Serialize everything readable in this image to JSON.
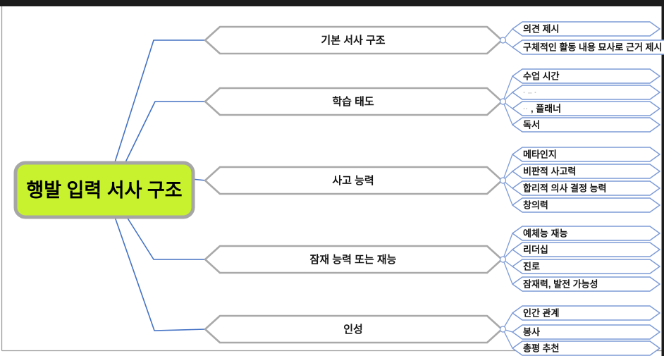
{
  "mindmap": {
    "root": {
      "label": "행발 입력 서사 구조"
    },
    "branches": [
      {
        "label": "기본 서사 구조",
        "children": [
          {
            "label": "의견 제시"
          },
          {
            "label": "구체적인 활동 내용 묘사로 근거 제시"
          }
        ]
      },
      {
        "label": "학습 태도",
        "children": [
          {
            "label": "수업 시간"
          },
          {
            "label": "",
            "redacted": "· – ·"
          },
          {
            "label": ", 플래너",
            "redacted": "··"
          },
          {
            "label": "독서"
          }
        ]
      },
      {
        "label": "사고 능력",
        "children": [
          {
            "label": "메타인지"
          },
          {
            "label": "비판적 사고력"
          },
          {
            "label": "합리적 의사 결정 능력"
          },
          {
            "label": "창의력"
          }
        ]
      },
      {
        "label": "잠재 능력 또는 재능",
        "children": [
          {
            "label": "예체능 재능"
          },
          {
            "label": "리더십"
          },
          {
            "label": "진로"
          },
          {
            "label": "잠재력, 발전 가능성"
          }
        ]
      },
      {
        "label": "인성",
        "children": [
          {
            "label": "인간 관계"
          },
          {
            "label": "봉사"
          },
          {
            "label": "총평 추천"
          }
        ]
      }
    ],
    "colors": {
      "root_fill": "#c9f22e",
      "root_border": "#a6a6a6",
      "branch_border": "#a9a9a9",
      "child_border": "#7d9bd6",
      "connector_blue": "#4472c4",
      "window_bar": "#1c1c1c"
    }
  }
}
